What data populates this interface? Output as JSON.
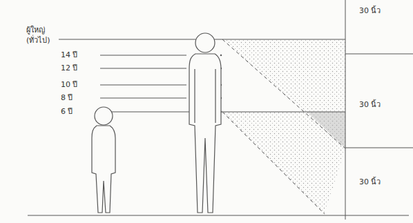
{
  "diagram": {
    "labels": [
      "ผู้ใหญ่",
      "(ทั่วไป)",
      "14 ปี",
      "12 ปี",
      "10 ปี",
      "8 ปี",
      "6 ปี",
      "30 นิ้ว",
      "30 นิ้ว",
      "30 นิ้ว"
    ]
  }
}
